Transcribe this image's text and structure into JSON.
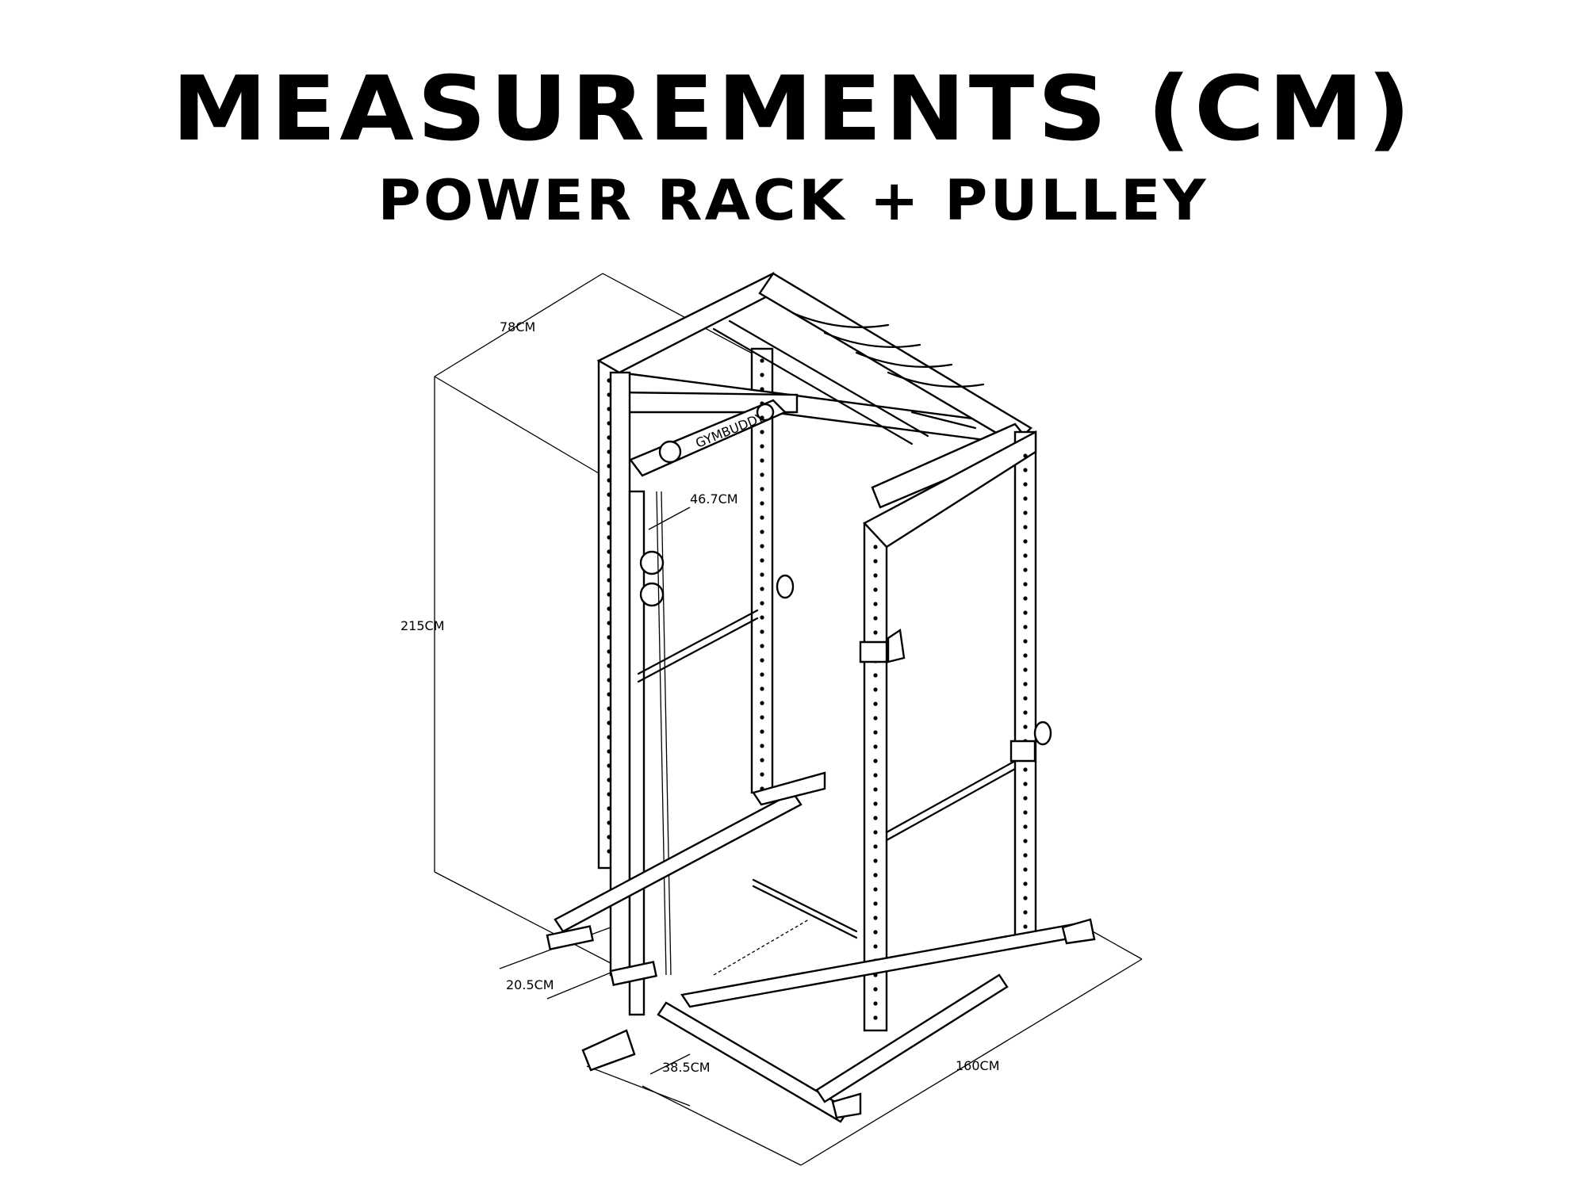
{
  "header": {
    "title": "MEASUREMENTS (CM)",
    "subtitle": "POWER RACK + PULLEY"
  },
  "brand_plate": "GYMBUDDY",
  "dimensions": {
    "depth": "78CM",
    "height": "215CM",
    "pulley_offset": "46.7CM",
    "foot_width": "20.5CM",
    "foot_length": "38.5CM",
    "length": "160CM"
  }
}
